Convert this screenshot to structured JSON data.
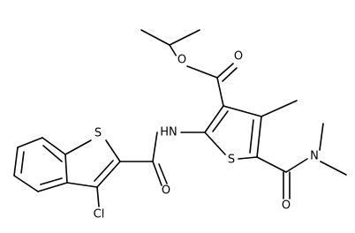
{
  "molecule": {
    "atom_labels": {
      "s_thiophene": "S",
      "s_benzothiophene": "S",
      "nh": "HN",
      "cl": "Cl",
      "o_amide_left": "O",
      "o_ester_single": "O",
      "o_ester_double": "O",
      "n_dimethylamide": "N",
      "o_dimethylamide": "O"
    },
    "colors": {
      "bond": "#000000",
      "label": "#000000",
      "background": "#ffffff"
    }
  }
}
